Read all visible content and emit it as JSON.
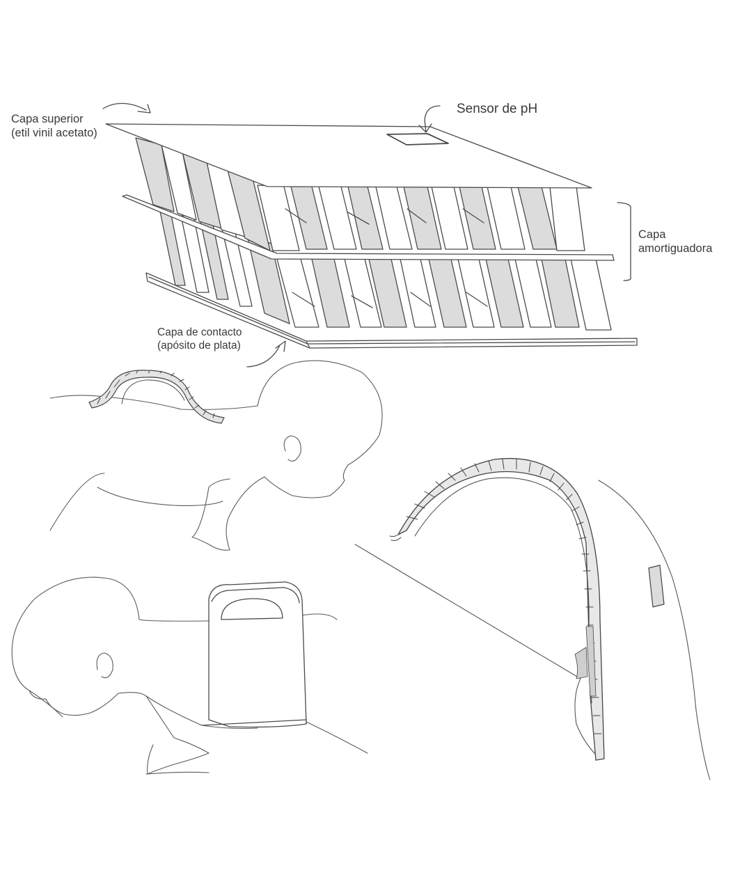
{
  "diagram": {
    "labels": {
      "top_layer": {
        "line1": "Capa superior",
        "line2": "(etil vinil acetato)"
      },
      "ph_sensor": "Sensor de pH",
      "buffer_layer": {
        "line1": "Capa",
        "line2": "amortiguadora"
      },
      "contact_layer": {
        "line1": "Capa de contacto",
        "line2": "(apósito de plata)"
      }
    },
    "colors": {
      "ink": "#4a4a4a",
      "shade": "#dcdcdc",
      "background": "#ffffff"
    }
  }
}
